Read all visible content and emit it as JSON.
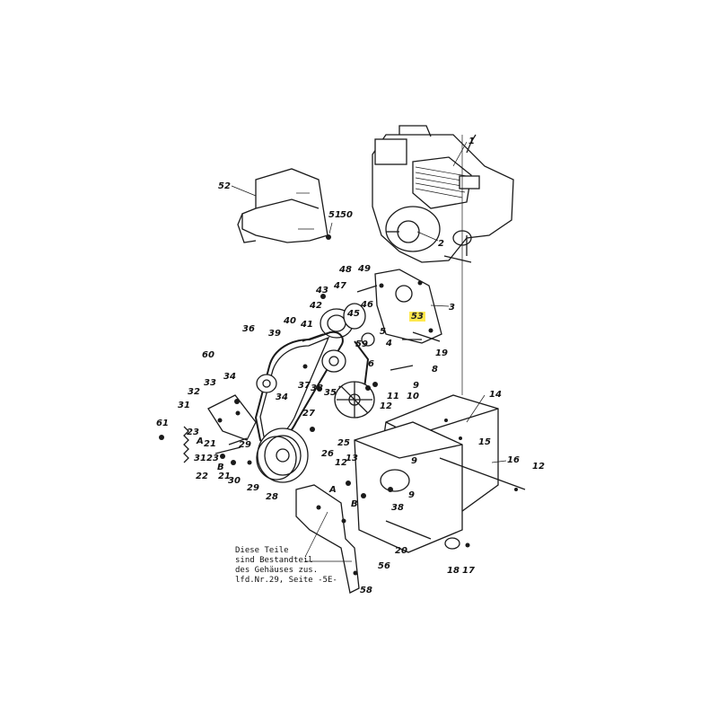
{
  "parts": {
    "p1": "1",
    "p2": "2",
    "p3": "3",
    "p4": "4",
    "p5": "5",
    "p6": "6",
    "p8": "8",
    "p9a": "9",
    "p9b": "9",
    "p9c": "9",
    "p10": "10",
    "p11": "11",
    "p12a": "12",
    "p12b": "12",
    "p12c": "12",
    "p13": "13",
    "p14": "14",
    "p15": "15",
    "p16": "16",
    "p17": "17",
    "p18": "18",
    "p19": "19",
    "p20": "20",
    "p21a": "21",
    "p21b": "21",
    "p22": "22",
    "p23a": "23",
    "p23b": "23",
    "p25": "25",
    "p26": "26",
    "p27": "27",
    "p28": "28",
    "p29a": "29",
    "p29b": "29",
    "p30": "30",
    "p31a": "31",
    "p31b": "31",
    "p32": "32",
    "p33": "33",
    "p34a": "34",
    "p34b": "34",
    "p35": "35",
    "p36": "36",
    "p37": "37",
    "p38a": "38",
    "p38b": "38",
    "p39": "39",
    "p40": "40",
    "p41": "41",
    "p42": "42",
    "p43": "43",
    "p45": "45",
    "p46": "46",
    "p47": "47",
    "p48": "48",
    "p49": "49",
    "p50": "50",
    "p51": "51",
    "p52": "52",
    "p53": "53",
    "p56": "56",
    "p58": "58",
    "p59": "59",
    "p60": "60",
    "p61": "61",
    "pA1": "A",
    "pA2": "A",
    "pB1": "B",
    "pB2": "B"
  },
  "highlight_color": "#ffe94d",
  "note": {
    "line1": "Diese Teile",
    "line2": "sind Bestandteil",
    "line3": "des Gehäuses zus.",
    "line4": "lfd.Nr.29, Seite -5E-"
  }
}
